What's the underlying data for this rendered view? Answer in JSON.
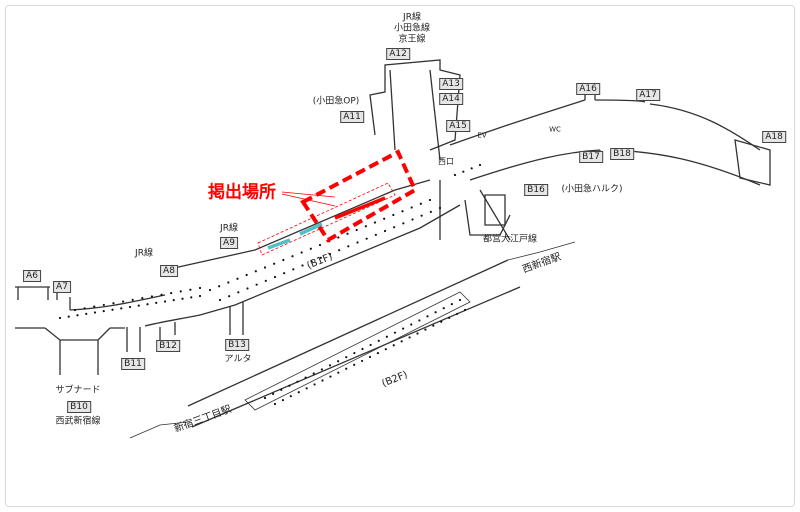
{
  "title_highlight": "掲出場所",
  "floors": {
    "b1": "(B1F)",
    "b2": "(B2F)"
  },
  "stations": {
    "shinjuku_sanchome": "新宿三丁目駅",
    "nishi_shinjuku": "西新宿駅"
  },
  "exits": {
    "A6": "A6",
    "A7": "A7",
    "A8": "A8",
    "A9": "A9",
    "A11": "A11",
    "A12": "A12",
    "A13": "A13",
    "A14": "A14",
    "A15": "A15",
    "A16": "A16",
    "A17": "A17",
    "A18": "A18",
    "B10": "B10",
    "B11": "B11",
    "B12": "B12",
    "B13": "B13",
    "B16": "B16",
    "B17": "B17",
    "B18": "B18"
  },
  "labels": {
    "jr_a9": "JR線",
    "jr_a8": "JR線",
    "jr_top": "JR線",
    "odakyu_top": "小田急線",
    "keio_top": "京王線",
    "odakyu_op": "(小田急OP)",
    "odakyu_halc": "(小田急ハルク)",
    "oedo": "都営大江戸線",
    "alta": "アルタ",
    "subnade": "サブナード",
    "seibu": "西武新宿線",
    "nishiguchi": "西口",
    "ev": "EV",
    "wc": "WC"
  },
  "colors": {
    "highlight": "#ff0000",
    "ad_space": "#4fc1c4",
    "line": "#333333"
  }
}
